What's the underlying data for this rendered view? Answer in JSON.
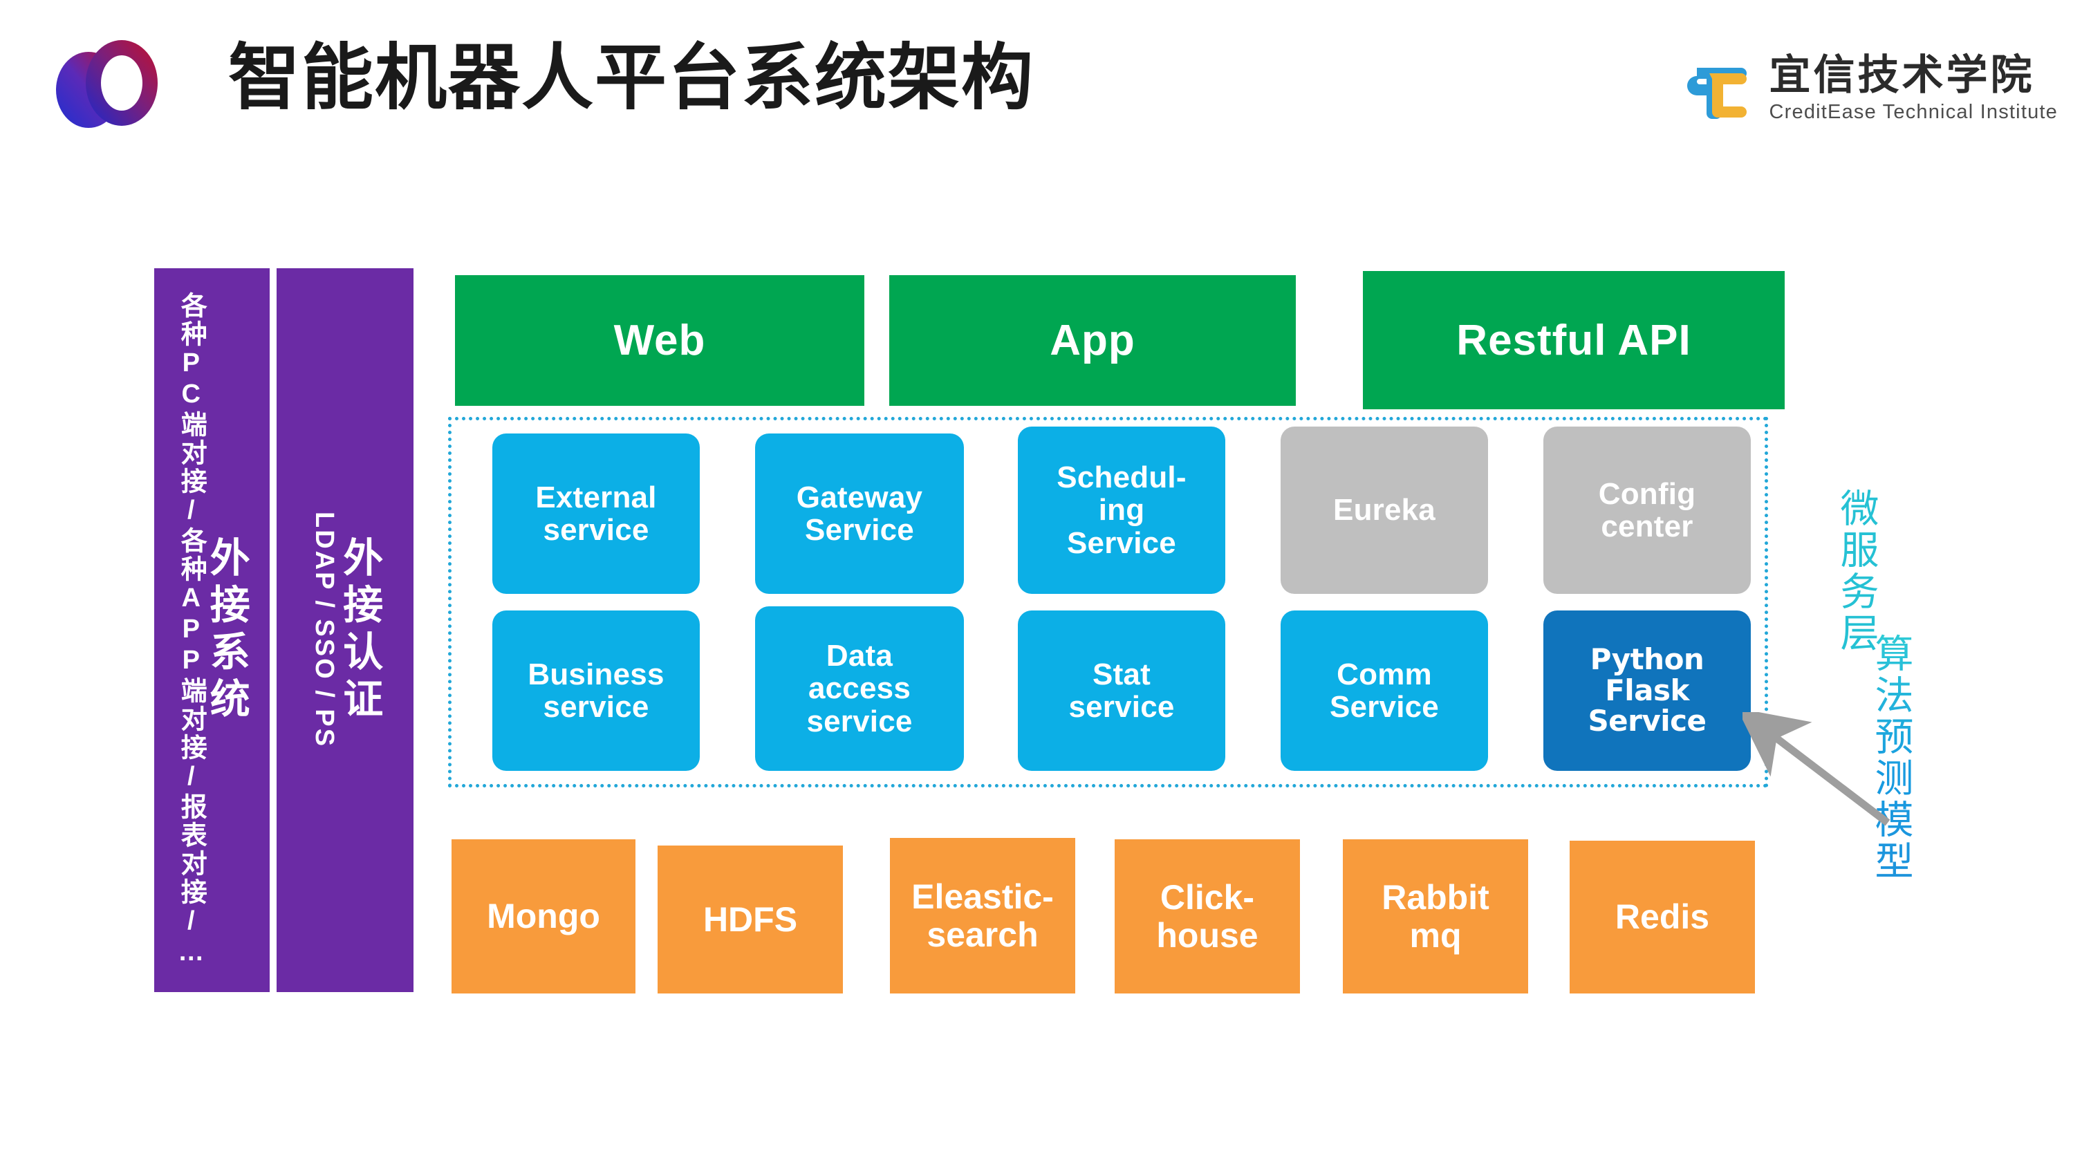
{
  "header": {
    "title": "智能机器人平台系统架构",
    "brand_logo_icon": "overlapping-circles-logo",
    "company": {
      "mark_icon": "tc-monogram-logo",
      "name_cn": "宜信技术学院",
      "name_en": "CreditEase Technical Institute"
    }
  },
  "left_bars": [
    {
      "id": "external-system",
      "subtitle": "各种PC端对接/各种APP端对接/报表对接/…",
      "title": "外接系统"
    },
    {
      "id": "external-auth",
      "subtitle": "LDAP / SSO / PS",
      "title": "外接认证"
    }
  ],
  "channels": [
    {
      "id": "web",
      "label": "Web"
    },
    {
      "id": "app",
      "label": "App"
    },
    {
      "id": "restful-api",
      "label": "Restful API"
    }
  ],
  "microservices": {
    "row1": [
      {
        "id": "external-service",
        "label": "External\nservice",
        "color": "#0CAFE6",
        "style": "blue"
      },
      {
        "id": "gateway-service",
        "label": "Gateway\nService",
        "color": "#0CAFE6",
        "style": "blue"
      },
      {
        "id": "scheduling-service",
        "label": "Schedul-\ning\nService",
        "color": "#0CAFE6",
        "style": "blue"
      },
      {
        "id": "eureka",
        "label": "Eureka",
        "color": "#BFBFBF",
        "style": "gray"
      },
      {
        "id": "config-center",
        "label": "Config\ncenter",
        "color": "#BFBFBF",
        "style": "gray"
      }
    ],
    "row2": [
      {
        "id": "business-service",
        "label": "Business\nservice",
        "color": "#0CAFE6",
        "style": "blue"
      },
      {
        "id": "data-access-service",
        "label": "Data\naccess\nservice",
        "color": "#0CAFE6",
        "style": "blue"
      },
      {
        "id": "stat-service",
        "label": "Stat\nservice",
        "color": "#0CAFE6",
        "style": "blue"
      },
      {
        "id": "comm-service",
        "label": "Comm\nService",
        "color": "#0CAFE6",
        "style": "blue"
      },
      {
        "id": "python-flask-service",
        "label": "Python\nFlask\nService",
        "color": "#1074BC",
        "style": "navy"
      }
    ]
  },
  "storage": [
    {
      "id": "mongo",
      "label": "Mongo"
    },
    {
      "id": "hdfs",
      "label": "HDFS"
    },
    {
      "id": "elasticsearch",
      "label": "Eleastic-\nsearch"
    },
    {
      "id": "clickhouse",
      "label": "Click-\nhouse"
    },
    {
      "id": "rabbitmq",
      "label": "Rabbit\nmq"
    },
    {
      "id": "redis",
      "label": "Redis"
    }
  ],
  "side_labels": [
    {
      "id": "microservice-layer",
      "label": "微服务层",
      "color": "#25C1D4"
    },
    {
      "id": "algorithm-model",
      "label": "算法预测模型",
      "color": "#1FA8DC"
    }
  ],
  "annotations": {
    "arrow_icon": "up-left-arrow",
    "arrow_color": "#9E9E9E"
  },
  "palette": {
    "purple": "#6B2BA5",
    "green": "#00A651",
    "blue": "#0CAFE6",
    "navy": "#1074BC",
    "gray": "#BFBFBF",
    "orange": "#F89B3C",
    "teal_dotted": "#22A7D8",
    "background": "#FFFFFF"
  }
}
